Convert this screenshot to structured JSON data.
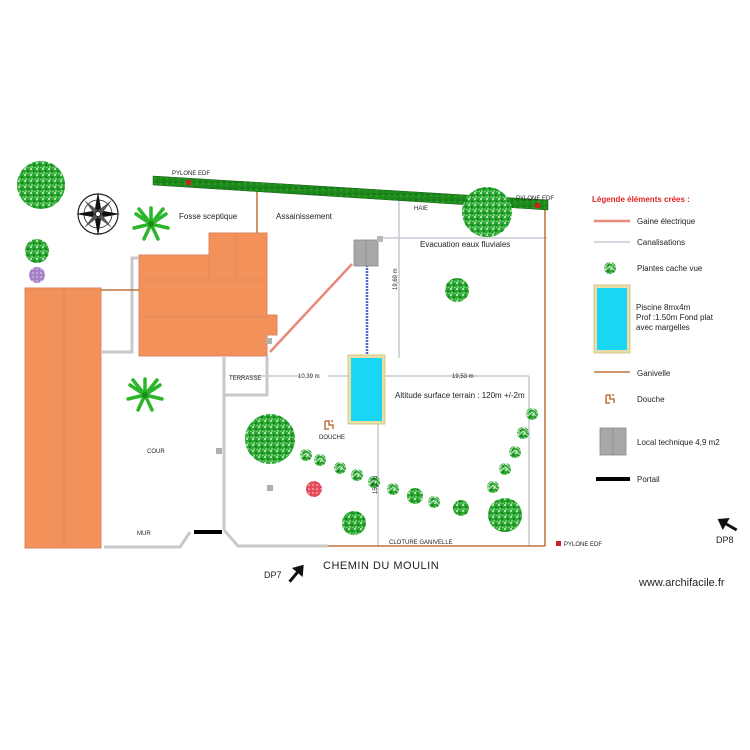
{
  "labels": {
    "pylone_edf_top_left": "PYLONE EDF",
    "pylone_edf_top_right": "PYLONE EDF",
    "pylone_edf_bottom": "PYLONE EDF",
    "haie": "HAIE",
    "fosse": "Fosse sceptique",
    "assainissement": "Assainissement",
    "evacuation": "Evacuation eaux fluviales",
    "terrasse": "TERRASSE",
    "cour": "COUR",
    "douche": "DOUCHE",
    "mur": "MUR",
    "cloture": "CLOTURE GANIVELLE",
    "chemin": "CHEMIN DU MOULIN",
    "altitude": "Altitude surface terrain : 120m +/-2m",
    "dp7": "DP7",
    "dp8": "DP8",
    "watermark": "www.archifacile.fr"
  },
  "dimensions": {
    "left_distance": "10,39 m",
    "right_distance": "19,53 m",
    "top_distance": "19,69 m",
    "bottom_distance": "15,2 m"
  },
  "legend": {
    "title": "Légende éléments crées :",
    "items": [
      {
        "key": "gaine",
        "label": "Gaine électrique"
      },
      {
        "key": "canalisations",
        "label": "Canalisations"
      },
      {
        "key": "plantes",
        "label": "Plantes cache vue"
      },
      {
        "key": "piscine",
        "lines": [
          "Piscine 8mx4m",
          "Prof :1.50m Fond plat",
          "avec margelles"
        ]
      },
      {
        "key": "ganivelle",
        "label": "Ganivelle"
      },
      {
        "key": "douche",
        "label": "Douche"
      },
      {
        "key": "local",
        "label": "Local technique 4,9 m2"
      },
      {
        "key": "portail",
        "label": "Portail"
      }
    ]
  },
  "colors": {
    "building": "#f2925a",
    "pool": "#19d6f5",
    "pool_border": "#e8dfa8",
    "hedge": "#1f8a1c",
    "tree": "#2aa830",
    "gaine": "#e88a7a",
    "ganivelle": "#c0703c",
    "canalisation": "#c4cad6",
    "wall": "#c8c8c8",
    "local": "#a8a8a8",
    "legend_title": "#e02424",
    "pylone": "#cc2020"
  }
}
